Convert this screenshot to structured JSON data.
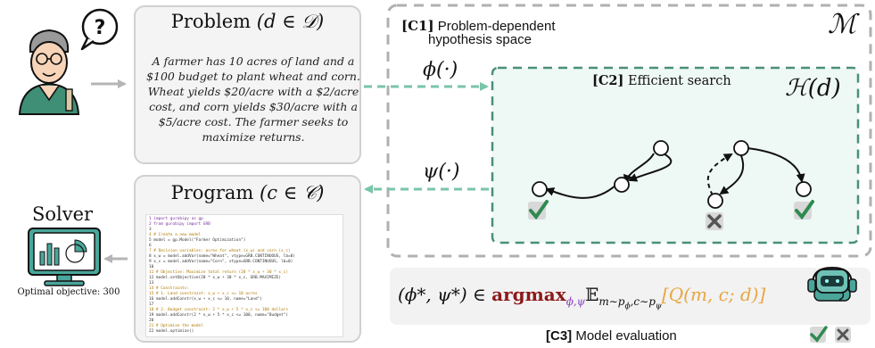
{
  "problem": {
    "title_prefix": "Problem",
    "title_math": "(d ∈ 𝒟)",
    "text": "A farmer has 10  acres of land and a $100 budget to plant wheat and corn. Wheat yields $20/acre with a $2/acre cost, and corn yields $30/acre with a $5/acre cost. The farmer seeks to maximize returns."
  },
  "program": {
    "title_prefix": "Program",
    "title_math": "(c ∈ 𝒞)",
    "code_lines": [
      "1 import gurobipy as gp",
      "2 from gurobipy import GRB",
      "3",
      "4 # Create a new model",
      "5 model = gp.Model(\"Farmer Optimization\")",
      "6",
      "7 # Decision variables: acres for wheat (x_w) and corn (x_c)",
      "8 x_w = model.addVar(name=\"Wheat\", vtype=GRB.CONTINUOUS, lb=0)",
      "9 x_c = model.addVar(name=\"Corn\", vtype=GRB.CONTINUOUS, lb=0)",
      "10",
      "11 # Objective: Maximize total return (20 * x_w + 30 * x_c)",
      "12 model.setObjective(20 * x_w + 30 * x_c, GRB.MAXIMIZE)",
      "13",
      "14 # Constraints:",
      "15 # 1. Land constraint: x_w + x_c <= 10 acres",
      "16 model.addConstr(x_w + x_c <= 10, name=\"Land\")",
      "17",
      "18 # 2. Budget constraint: 2 * x_w + 5 * x_c <= 100 dollars",
      "19 model.addConstr(2 * x_w + 5 * x_c <= 100, name=\"Budget\")",
      "20",
      "21 # Optimize the model",
      "22 model.optimize()"
    ]
  },
  "solver": {
    "label": "Solver",
    "result": "Optimal objective: 300"
  },
  "c1": {
    "tag": "[C1]",
    "label_line1": "Problem-dependent",
    "label_line2": "hypothesis space",
    "symbol": "ℳ"
  },
  "c2": {
    "tag": "[C2]",
    "label": "Efficient search",
    "symbol": "ℋ(d)"
  },
  "phi_label": "ϕ(·)",
  "psi_label": "ψ(·)",
  "c3": {
    "tag": "[C3]",
    "label": "Model evaluation"
  },
  "formula": {
    "lhs": "(ϕ*, ψ*) ∈ ",
    "argmax": "argmax",
    "argmax_sub": "ϕ,ψ",
    "expect": "𝔼",
    "expect_sub": "m∼p",
    "expect_sub_phi": "ϕ",
    "expect_sub_mid": ",c∼p",
    "expect_sub_psi": "ψ",
    "q_term": "[Q(m, c; d)]"
  },
  "colors": {
    "teal": "#79c5a8",
    "teal_dark": "#4a8f7a",
    "argmax_red": "#8b1a1a",
    "argmax_sub_purple": "#8a44c2",
    "q_orange": "#e8a640",
    "robot": "#4aa69b",
    "check_green": "#2f8a50",
    "gray_border": "#b0b0b0"
  }
}
